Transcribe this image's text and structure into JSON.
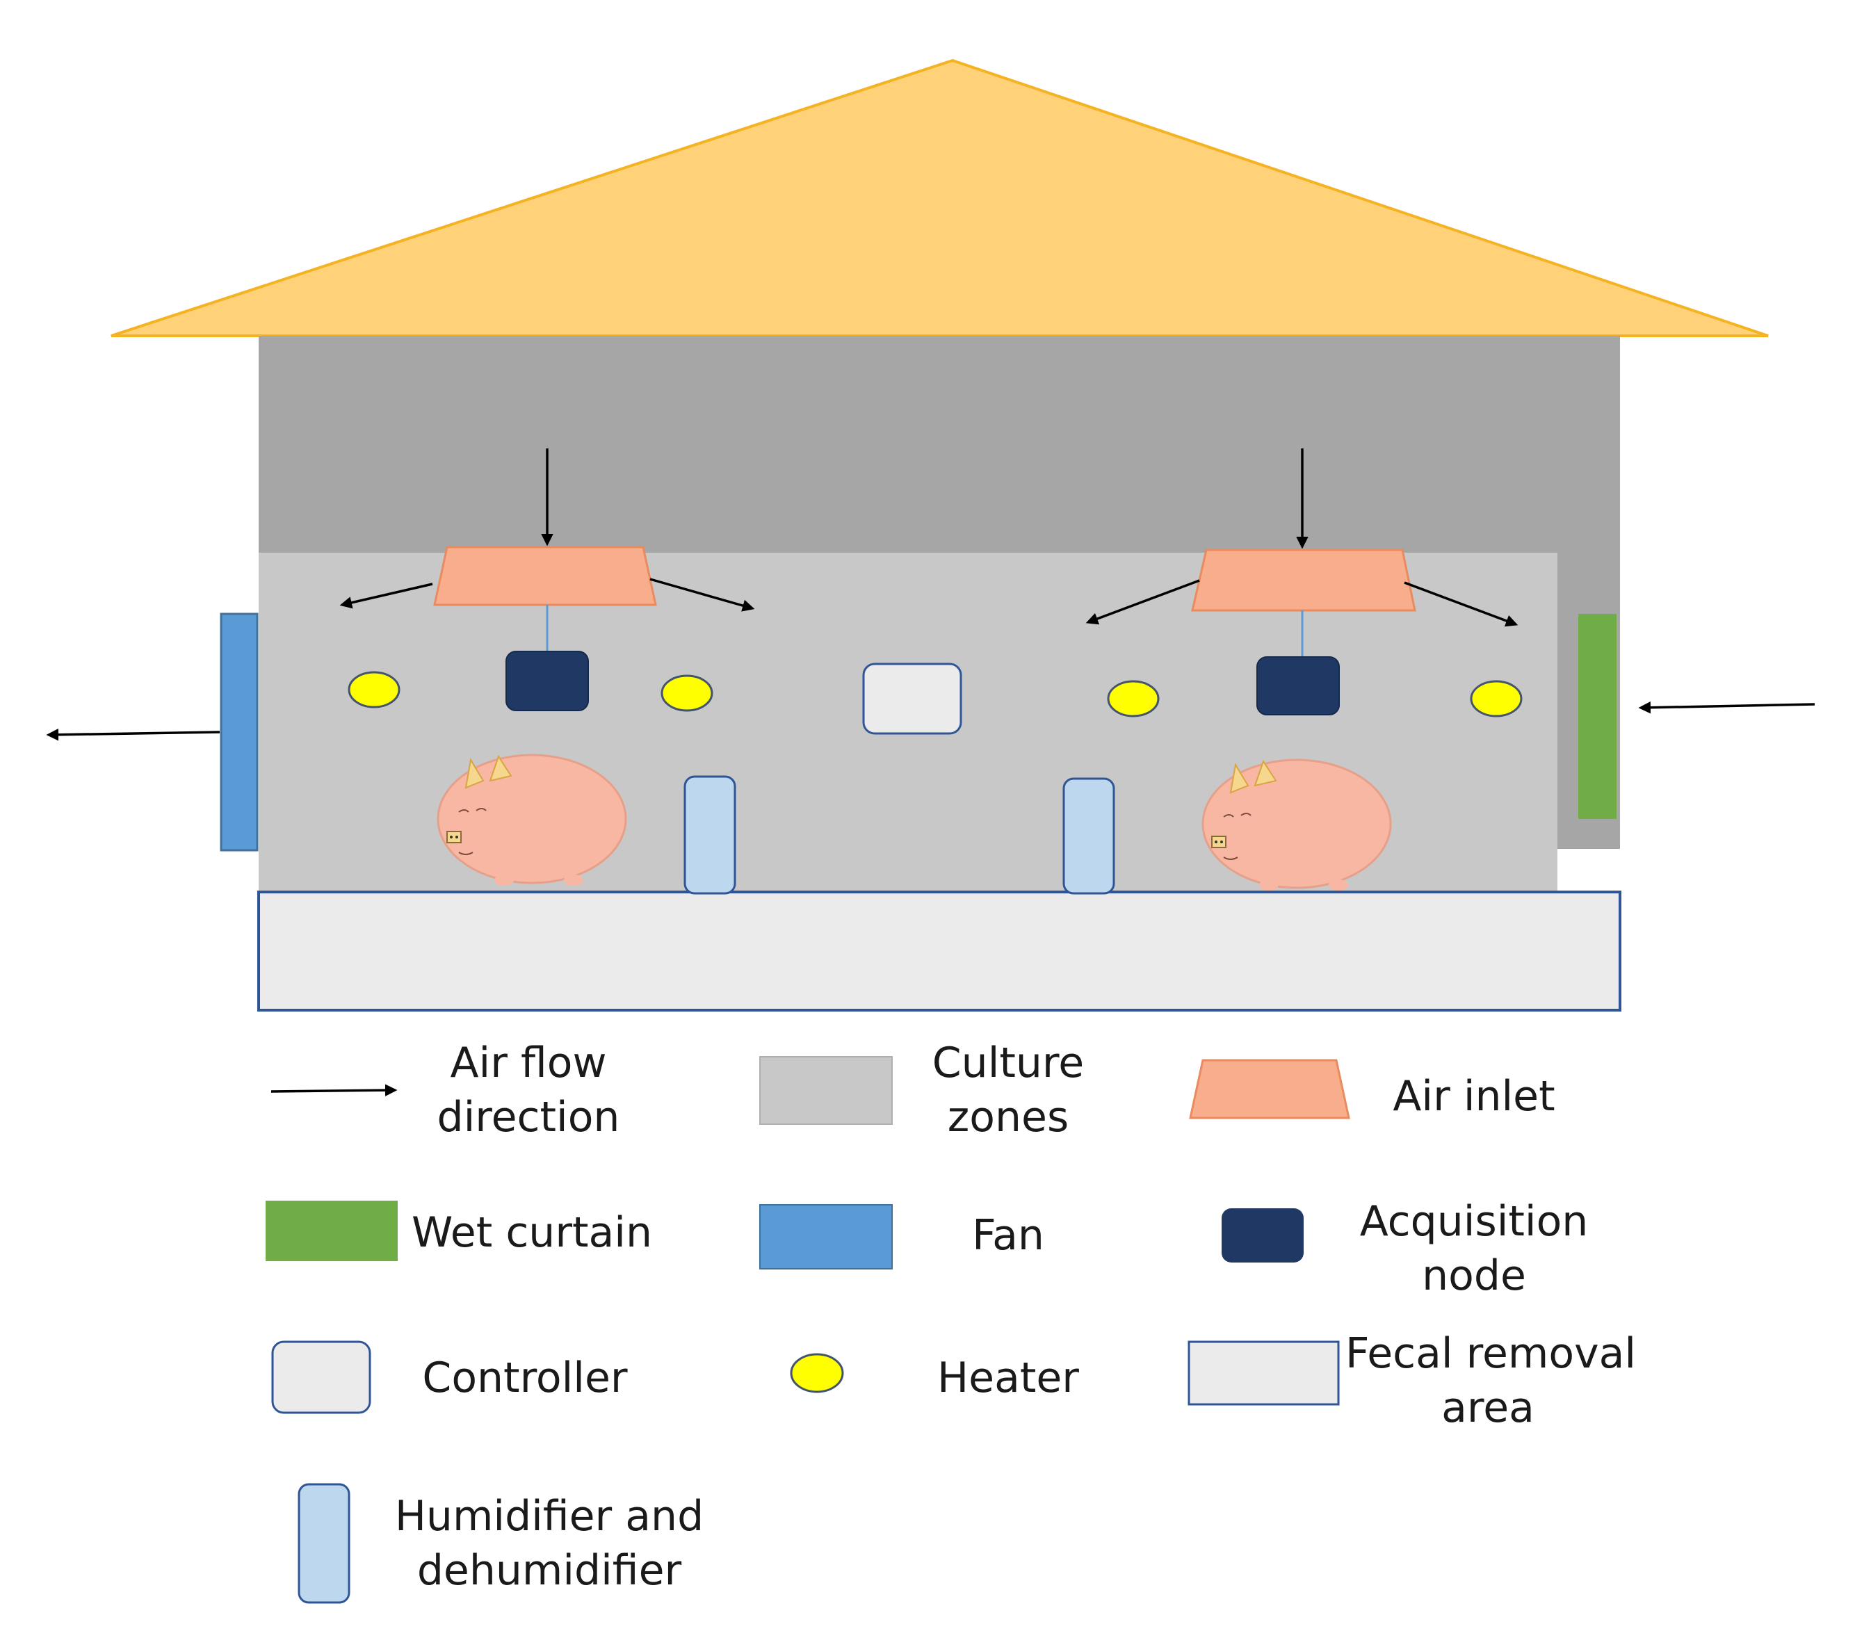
{
  "colors": {
    "roof": "#FFD27A",
    "roof_outline": "#F5B324",
    "attic": "#A6A6A6",
    "culture_zone": "#C8C8C8",
    "air_inlet": "#F8AE8C",
    "air_inlet_outline": "#E98B5F",
    "wet_curtain": "#70AD47",
    "fan": "#5B9BD5",
    "acquisition_node": "#1F3864",
    "controller": "#EBEBEB",
    "heater": "#FFFF00",
    "fecal_area": "#EBEBEB",
    "fecal_area_outline": "#2F5597",
    "humidifier": "#BDD7EE",
    "pig": "#F8B7A3",
    "arrow": "#000000"
  },
  "legend": {
    "air_flow": [
      "Air flow",
      "direction"
    ],
    "culture_zones": [
      "Culture",
      "zones"
    ],
    "air_inlet": [
      "Air inlet"
    ],
    "wet_curtain": [
      "Wet curtain"
    ],
    "fan": [
      "Fan"
    ],
    "acquisition_node": [
      "Acquisition",
      "node"
    ],
    "controller": [
      "Controller"
    ],
    "heater": [
      "Heater"
    ],
    "fecal_removal": [
      "Fecal removal",
      "area"
    ],
    "humidifier": [
      "Humidifier and",
      "dehumidifier"
    ]
  }
}
